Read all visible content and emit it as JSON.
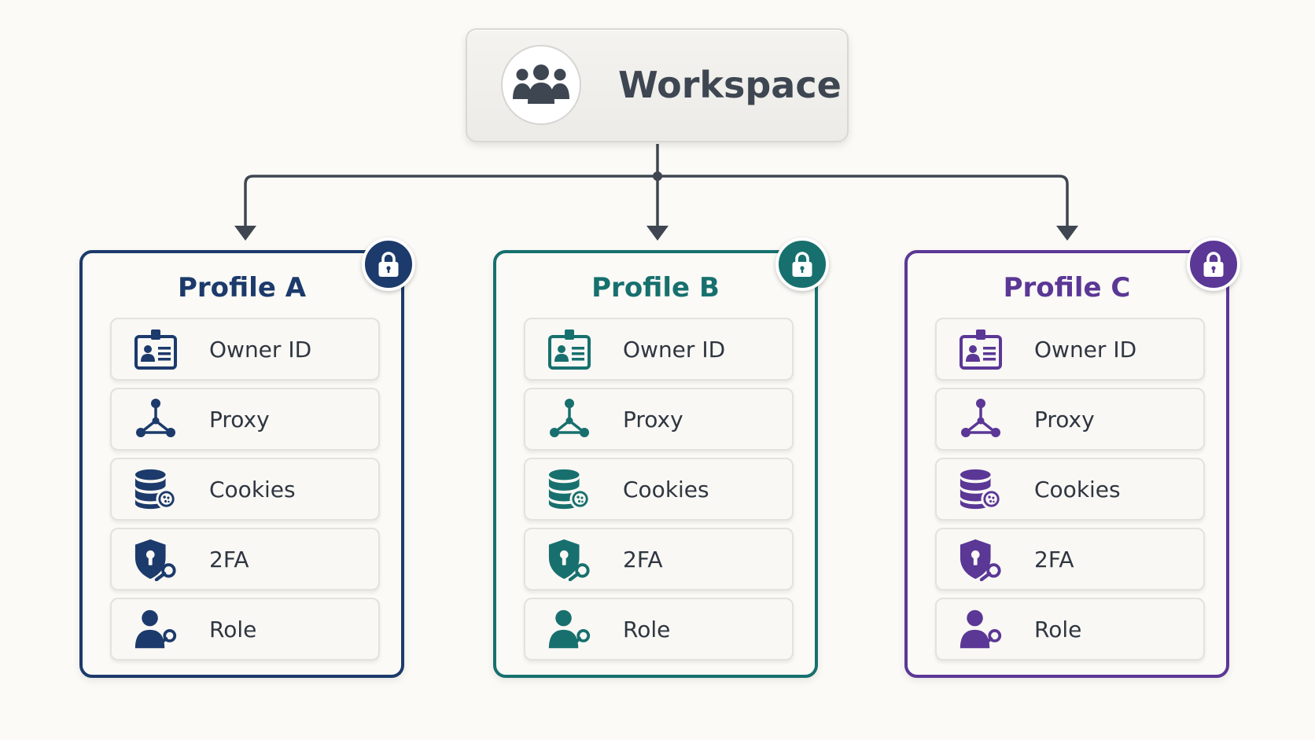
{
  "workspace": {
    "title": "Workspace",
    "icon": "users-group-icon"
  },
  "colors": {
    "connector": "#3f4651",
    "label_text": "#2f3640",
    "background": "#fbfaf6"
  },
  "profiles": [
    {
      "title": "Profile A",
      "color": "#1c3a6b",
      "badge_icon": "lock-icon",
      "items": [
        {
          "label": "Owner ID",
          "icon": "id-card-icon"
        },
        {
          "label": "Proxy",
          "icon": "network-nodes-icon"
        },
        {
          "label": "Cookies",
          "icon": "cookie-database-icon"
        },
        {
          "label": "2FA",
          "icon": "shield-key-icon"
        },
        {
          "label": "Role",
          "icon": "user-key-icon"
        }
      ]
    },
    {
      "title": "Profile B",
      "color": "#17706e",
      "badge_icon": "lock-icon",
      "items": [
        {
          "label": "Owner ID",
          "icon": "id-card-icon"
        },
        {
          "label": "Proxy",
          "icon": "network-nodes-icon"
        },
        {
          "label": "Cookies",
          "icon": "cookie-database-icon"
        },
        {
          "label": "2FA",
          "icon": "shield-key-icon"
        },
        {
          "label": "Role",
          "icon": "user-key-icon"
        }
      ]
    },
    {
      "title": "Profile C",
      "color": "#5b3796",
      "badge_icon": "lock-icon",
      "items": [
        {
          "label": "Owner ID",
          "icon": "id-card-icon"
        },
        {
          "label": "Proxy",
          "icon": "network-nodes-icon"
        },
        {
          "label": "Cookies",
          "icon": "cookie-database-icon"
        },
        {
          "label": "2FA",
          "icon": "shield-key-icon"
        },
        {
          "label": "Role",
          "icon": "user-key-icon"
        }
      ]
    }
  ]
}
